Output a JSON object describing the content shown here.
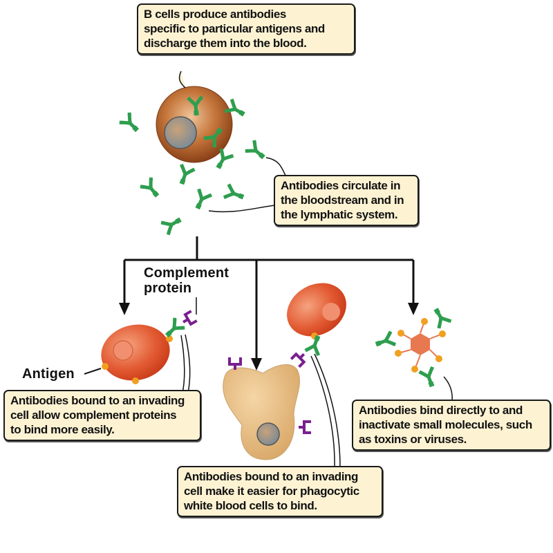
{
  "title": "Antibody functions",
  "callouts": {
    "b_cells": [
      "B cells produce antibodies",
      "specific to particular antigens and",
      "discharge them into the blood."
    ],
    "circulate": [
      "Antibodies circulate in",
      "the bloodstream and in",
      "the lymphatic system."
    ],
    "complement": [
      "Antibodies bound to an invading",
      "cell allow complement proteins",
      "to bind more easily."
    ],
    "phagocytic": [
      "Antibodies bound to an invading",
      "cell make it easier for phagocytic",
      "white blood cells to bind."
    ],
    "neutralize": [
      "Antibodies bind directly to and",
      "inactivate small molecules, such",
      "as toxins or viruses."
    ]
  },
  "labels": {
    "complement_protein": [
      "Complement",
      "protein"
    ],
    "antigen": "Antigen"
  },
  "colors": {
    "antibody": "#2e9e4f",
    "complement": "#7a1f8f",
    "antigen": "#f0a020",
    "red_cell": "#e0502a",
    "b_cell": "#b0622a",
    "phagocyte": "#e8c08a",
    "callout_fill": "#fdf3d3"
  }
}
